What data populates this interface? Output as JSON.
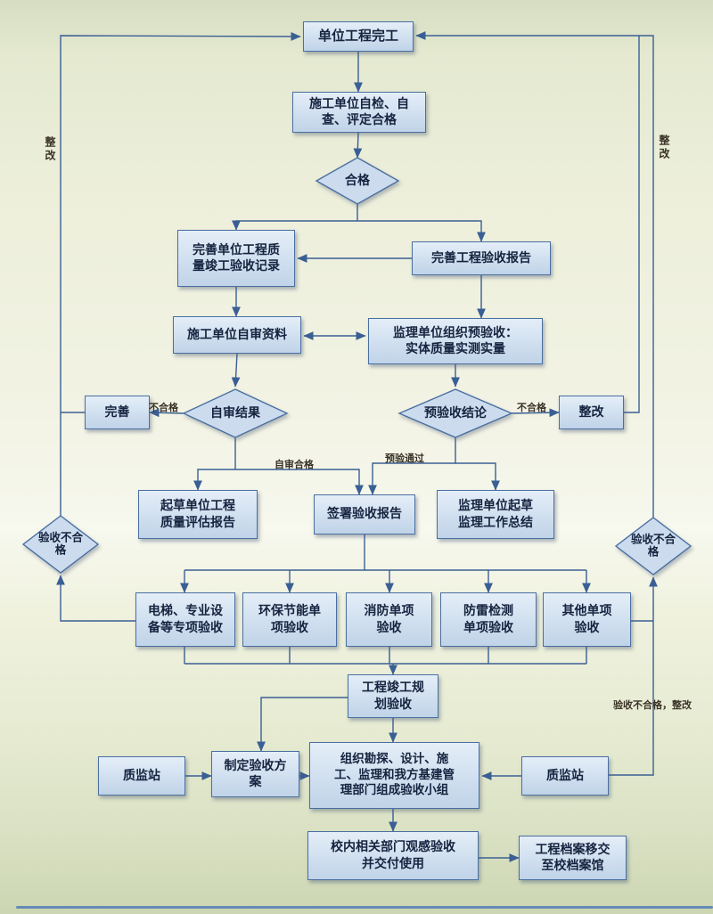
{
  "colors": {
    "node_fill": "#ccdcee",
    "node_border": "#4a6fa0",
    "flow_line": "#3a5f94",
    "node_text": "#16233f",
    "edge_label_text": "#3a3226",
    "background_top": "#d6ddc2",
    "background_mid": "#f7f8ee"
  },
  "nodes": {
    "start": {
      "label": "单位工程完工"
    },
    "self_check": {
      "label": "施工单位自检、自\n查、评定合格"
    },
    "qualified": {
      "label": "合格"
    },
    "completion_record": {
      "label": "完善单位工程质\n量竣工验收记录"
    },
    "acceptance_report": {
      "label": "完善工程验收报告"
    },
    "self_review": {
      "label": "施工单位自审资料"
    },
    "pre_acceptance": {
      "label": "监理单位组织预验收：\n实体质量实测实量"
    },
    "perfect": {
      "label": "完善"
    },
    "self_result": {
      "label": "自审结果"
    },
    "pre_result": {
      "label": "预验收结论"
    },
    "rectify": {
      "label": "整改"
    },
    "draft_quality_report": {
      "label": "起草单位工程\n质量评估报告"
    },
    "sign_report": {
      "label": "签署验收报告"
    },
    "supervisor_summary": {
      "label": "监理单位起草\n监理工作总结"
    },
    "elevator": {
      "label": "电梯、专业设\n备等专项验收"
    },
    "env_energy": {
      "label": "环保节能单\n项验收"
    },
    "fire": {
      "label": "消防单项\n验收"
    },
    "lightning": {
      "label": "防雷检测\n单项验收"
    },
    "others": {
      "label": "其他单项\n验收"
    },
    "planning": {
      "label": "工程竣工规\n划验收"
    },
    "make_plan": {
      "label": "制定验收方\n案"
    },
    "quality_station_left": {
      "label": "质监站"
    },
    "organize_group": {
      "label": "组织勘探、设计、施\n工、监理和我方基建管\n理部门组成验收小组"
    },
    "quality_station_right": {
      "label": "质监站"
    },
    "campus_acceptance": {
      "label": "校内相关部门观感验收\n并交付使用"
    },
    "archive_transfer": {
      "label": "工程档案移交\n至校档案馆"
    },
    "fail_left": {
      "label": "验收不合格"
    },
    "fail_right": {
      "label": "验收不合格"
    }
  },
  "edge_labels": {
    "unqualified_left": "不合格",
    "unqualified_right": "不合格",
    "self_pass": "自审合格",
    "pre_pass": "预验通过",
    "rectify_left": "整改",
    "rectify_right": "整改",
    "fail_rectify": "验收不合格，整改"
  }
}
